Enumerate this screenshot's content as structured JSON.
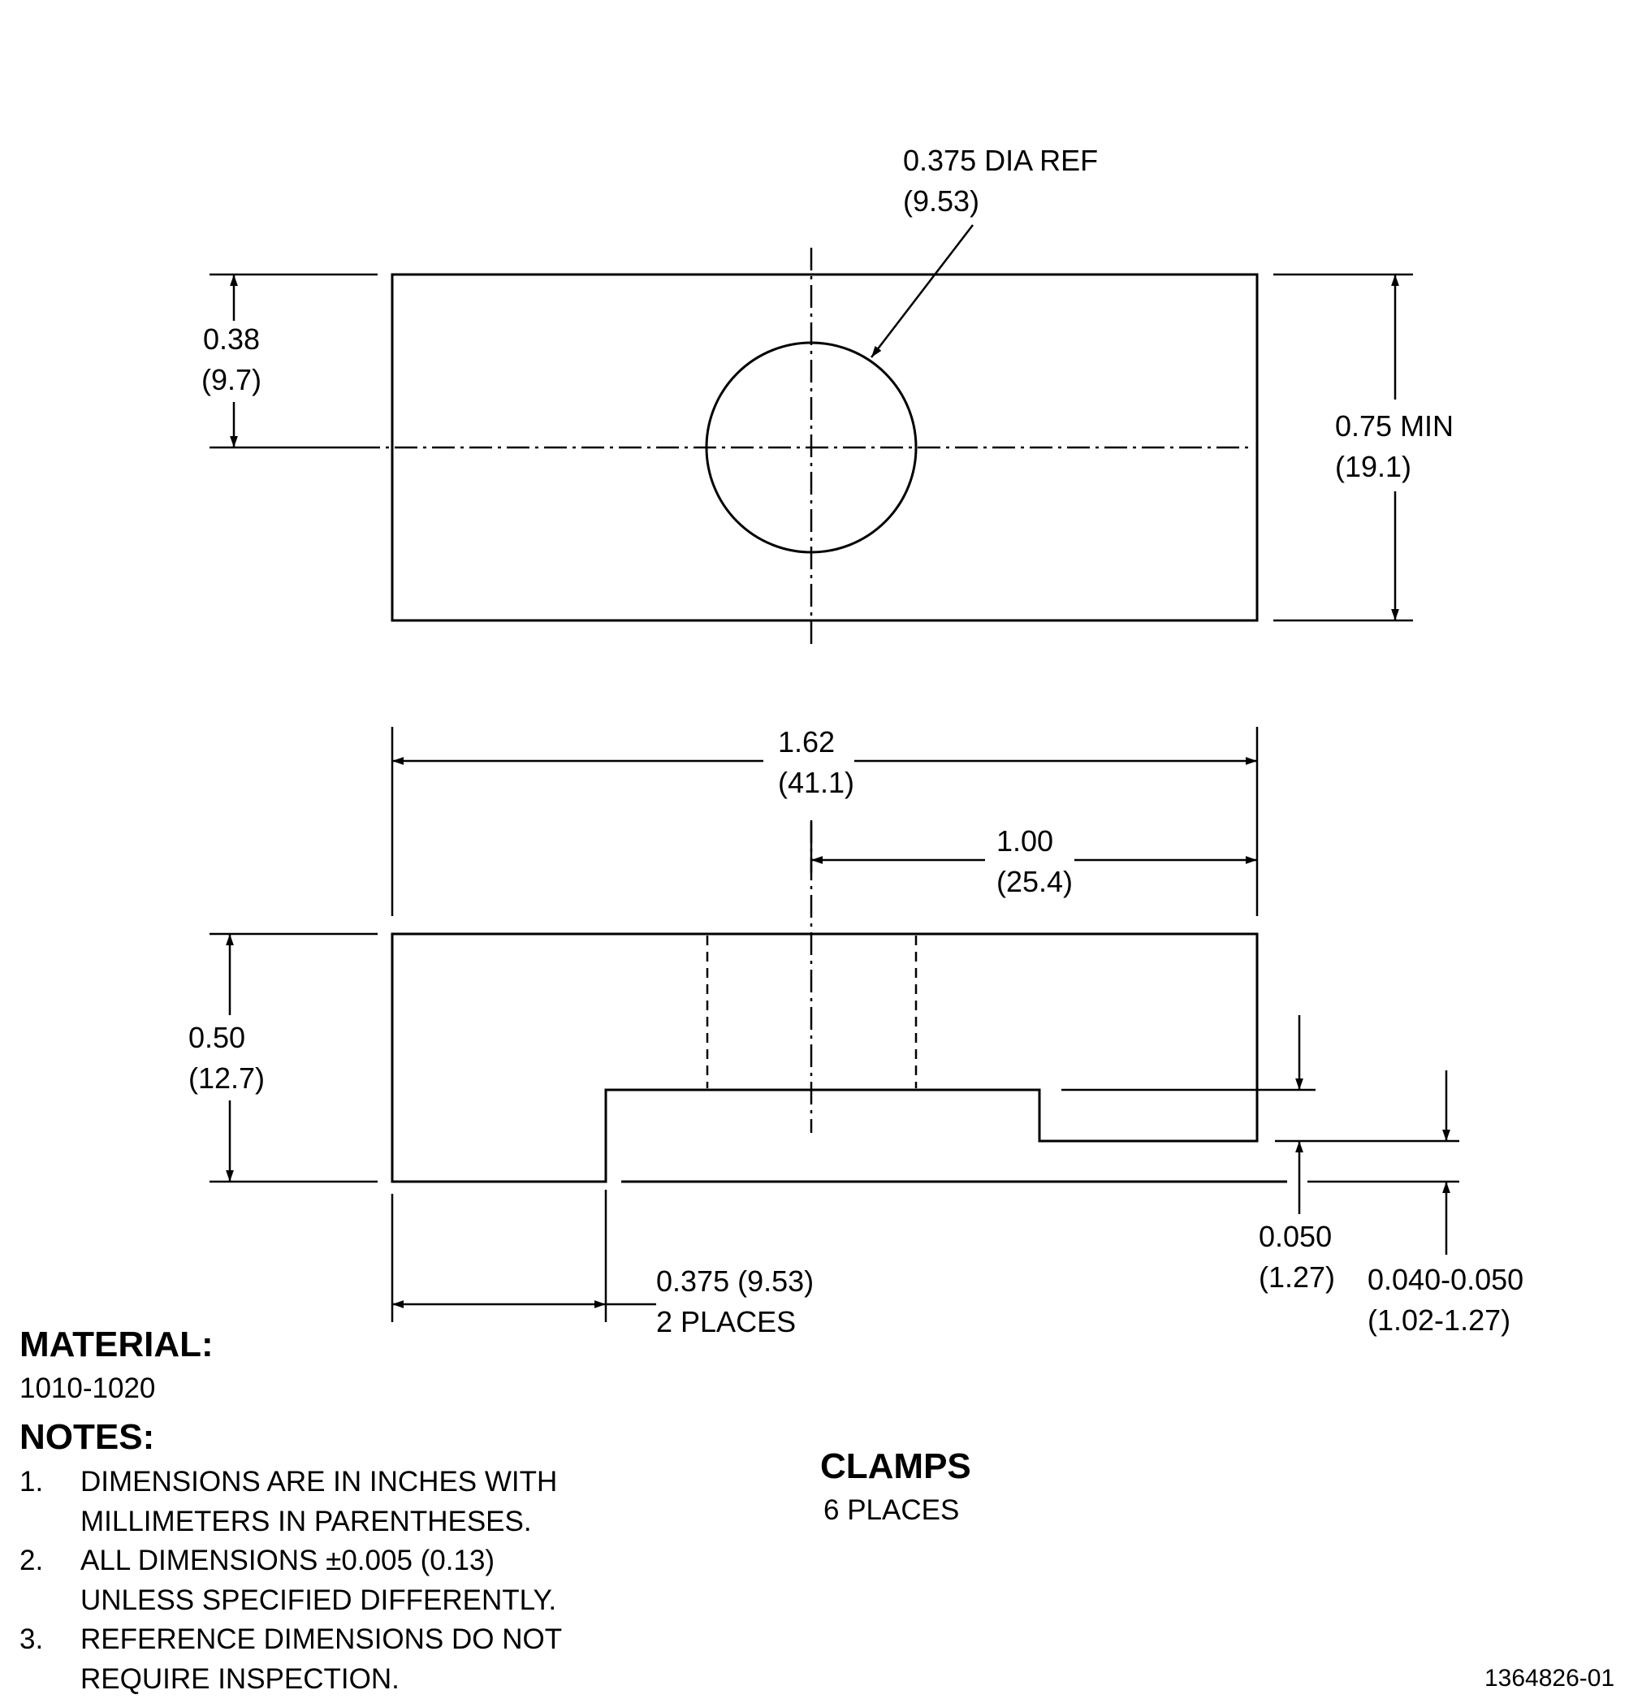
{
  "dimensions": {
    "hole_dia": {
      "value": "0.375 DIA REF",
      "metric": "(9.53)"
    },
    "hole_center_top": {
      "value": "0.38",
      "metric": "(9.7)"
    },
    "width": {
      "value": "0.75 MIN",
      "metric": "(19.1)"
    },
    "overall_length": {
      "value": "1.62",
      "metric": "(41.1)"
    },
    "hole_to_end": {
      "value": "1.00",
      "metric": "(25.4)"
    },
    "height": {
      "value": "0.50",
      "metric": "(12.7)"
    },
    "step_length": {
      "value": "0.375 (9.53)",
      "qualifier": "2 PLACES"
    },
    "step_depth": {
      "value": "0.050",
      "metric": "(1.27)"
    },
    "lip_height": {
      "value": "0.040-0.050",
      "metric": "(1.02-1.27)"
    }
  },
  "material": {
    "heading": "MATERIAL:",
    "value": "1010-1020"
  },
  "notes": {
    "heading": "NOTES:",
    "items": [
      {
        "num": "1.",
        "line1": "DIMENSIONS ARE IN INCHES WITH",
        "line2": "MILLIMETERS IN PARENTHESES."
      },
      {
        "num": "2.",
        "line1": "ALL DIMENSIONS ±0.005 (0.13)",
        "line2": "UNLESS SPECIFIED DIFFERENTLY."
      },
      {
        "num": "3.",
        "line1": "REFERENCE DIMENSIONS DO NOT",
        "line2": "REQUIRE INSPECTION."
      }
    ]
  },
  "part": {
    "name": "CLAMPS",
    "qty": "6 PLACES"
  },
  "drawing_number": "1364826-01"
}
